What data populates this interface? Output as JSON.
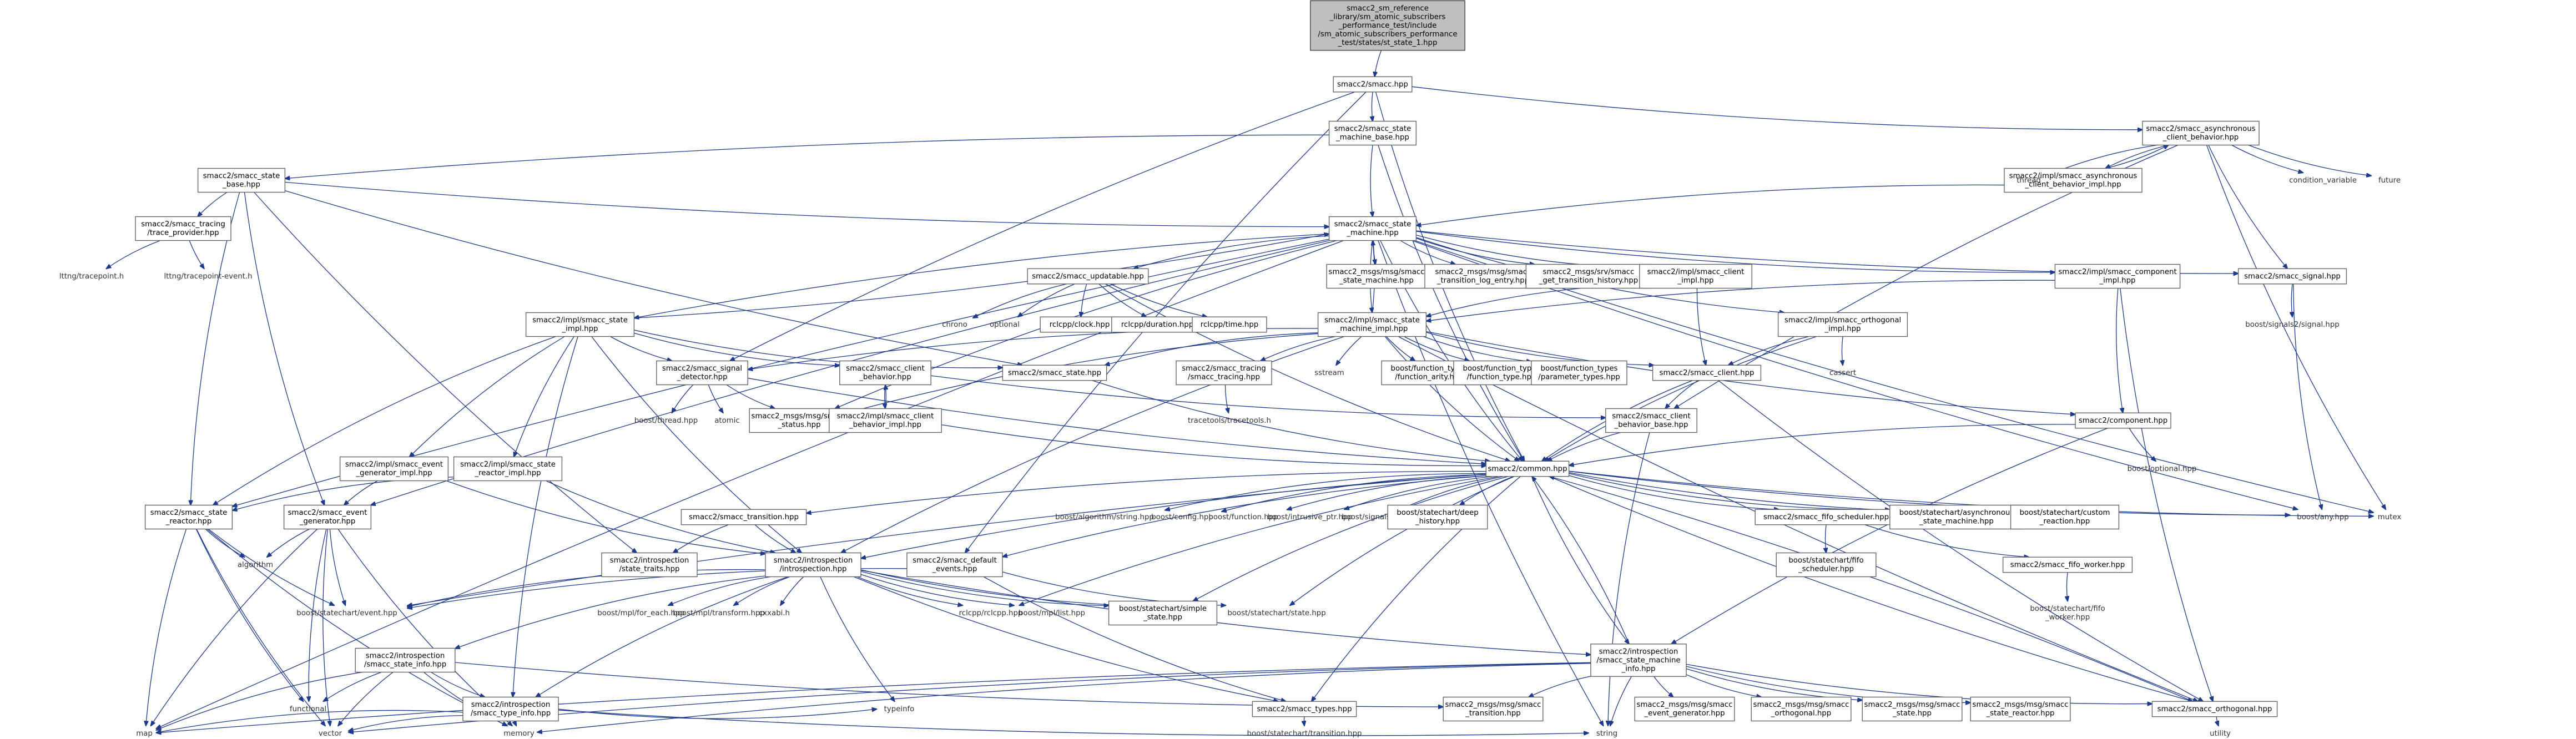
{
  "diagram": {
    "root_id": "n0",
    "nodes": [
      {
        "id": "n0",
        "lines": [
          "smacc2_sm_reference",
          "_library/sm_atomic_subscribers",
          "_performance_test/include",
          "/sm_atomic_subscribers_performance",
          "_test/states/st_state_1.hpp"
        ]
      },
      {
        "id": "n1",
        "lines": [
          "smacc2/smacc.hpp"
        ]
      },
      {
        "id": "n2",
        "lines": [
          "smacc2/smacc_state",
          "_machine_base.hpp"
        ]
      },
      {
        "id": "n3",
        "lines": [
          "smacc2/smacc_asynchronous",
          "_client_behavior.hpp"
        ]
      },
      {
        "id": "n4",
        "lines": [
          "smacc2/smacc_state",
          "_base.hpp"
        ]
      },
      {
        "id": "n5",
        "lines": [
          "smacc2/impl/smacc_asynchronous",
          "_client_behavior_impl.hpp"
        ]
      },
      {
        "id": "n6",
        "lines": [
          "thread"
        ]
      },
      {
        "id": "n7",
        "lines": [
          "condition_variable"
        ]
      },
      {
        "id": "n8",
        "lines": [
          "future"
        ]
      },
      {
        "id": "n9",
        "lines": [
          "smacc2/smacc_tracing",
          "/trace_provider.hpp"
        ]
      },
      {
        "id": "n10",
        "lines": [
          "lttng/tracepoint.h"
        ]
      },
      {
        "id": "n11",
        "lines": [
          "lttng/tracepoint-event.h"
        ]
      },
      {
        "id": "n12",
        "lines": [
          "smacc2/smacc_state",
          "_machine.hpp"
        ]
      },
      {
        "id": "n13",
        "lines": [
          "smacc2/smacc_updatable.hpp"
        ]
      },
      {
        "id": "n14",
        "lines": [
          "smacc2_msgs/msg/smacc",
          "_state_machine.hpp"
        ]
      },
      {
        "id": "n15",
        "lines": [
          "smacc2_msgs/msg/smacc",
          "_transition_log_entry.hpp"
        ]
      },
      {
        "id": "n16",
        "lines": [
          "smacc2_msgs/srv/smacc",
          "_get_transition_history.hpp"
        ]
      },
      {
        "id": "n17",
        "lines": [
          "smacc2/impl/smacc_client",
          "_impl.hpp"
        ]
      },
      {
        "id": "n18",
        "lines": [
          "smacc2/impl/smacc_component",
          "_impl.hpp"
        ]
      },
      {
        "id": "n19",
        "lines": [
          "smacc2/smacc_signal.hpp"
        ]
      },
      {
        "id": "n20",
        "lines": [
          "chrono"
        ]
      },
      {
        "id": "n21",
        "lines": [
          "optional"
        ]
      },
      {
        "id": "n22",
        "lines": [
          "rclcpp/clock.hpp"
        ]
      },
      {
        "id": "n23",
        "lines": [
          "rclcpp/duration.hpp"
        ]
      },
      {
        "id": "n24",
        "lines": [
          "rclcpp/time.hpp"
        ]
      },
      {
        "id": "n25",
        "lines": [
          "smacc2/impl/smacc_state",
          "_impl.hpp"
        ]
      },
      {
        "id": "n26",
        "lines": [
          "smacc2/impl/smacc_state",
          "_machine_impl.hpp"
        ]
      },
      {
        "id": "n27",
        "lines": [
          "smacc2/impl/smacc_orthogonal",
          "_impl.hpp"
        ]
      },
      {
        "id": "n28",
        "lines": [
          "boost/signals2/signal.hpp"
        ]
      },
      {
        "id": "n29",
        "lines": [
          "smacc2/smacc_signal",
          "_detector.hpp"
        ]
      },
      {
        "id": "n30",
        "lines": [
          "smacc2/smacc_client",
          "_behavior.hpp"
        ]
      },
      {
        "id": "n31",
        "lines": [
          "smacc2/smacc_state.hpp"
        ]
      },
      {
        "id": "n32",
        "lines": [
          "smacc2/smacc_tracing",
          "/smacc_tracing.hpp"
        ]
      },
      {
        "id": "n33",
        "lines": [
          "sstream"
        ]
      },
      {
        "id": "n34",
        "lines": [
          "boost/function_types",
          "/function_arity.hpp"
        ]
      },
      {
        "id": "n35",
        "lines": [
          "boost/function_types",
          "/function_type.hpp"
        ]
      },
      {
        "id": "n36",
        "lines": [
          "boost/function_types",
          "/parameter_types.hpp"
        ]
      },
      {
        "id": "n37",
        "lines": [
          "smacc2/smacc_client.hpp"
        ]
      },
      {
        "id": "n38",
        "lines": [
          "cassert"
        ]
      },
      {
        "id": "n39",
        "lines": [
          "boost/thread.hpp"
        ]
      },
      {
        "id": "n40",
        "lines": [
          "atomic"
        ]
      },
      {
        "id": "n41",
        "lines": [
          "smacc2_msgs/msg/smacc",
          "_status.hpp"
        ]
      },
      {
        "id": "n42",
        "lines": [
          "smacc2/impl/smacc_client",
          "_behavior_impl.hpp"
        ]
      },
      {
        "id": "n43",
        "lines": [
          "tracetools/tracetools.h"
        ]
      },
      {
        "id": "n44",
        "lines": [
          "smacc2/smacc_client",
          "_behavior_base.hpp"
        ]
      },
      {
        "id": "n45",
        "lines": [
          "smacc2/component.hpp"
        ]
      },
      {
        "id": "n46",
        "lines": [
          "boost/optional.hpp"
        ]
      },
      {
        "id": "n47",
        "lines": [
          "smacc2/common.hpp"
        ]
      },
      {
        "id": "n48",
        "lines": [
          "smacc2/impl/smacc_event",
          "_generator_impl.hpp"
        ]
      },
      {
        "id": "n49",
        "lines": [
          "smacc2/impl/smacc_state",
          "_reactor_impl.hpp"
        ]
      },
      {
        "id": "n50",
        "lines": [
          "smacc2/smacc_state",
          "_reactor.hpp"
        ]
      },
      {
        "id": "n51",
        "lines": [
          "smacc2/smacc_event",
          "_generator.hpp"
        ]
      },
      {
        "id": "n52",
        "lines": [
          "smacc2/smacc_transition.hpp"
        ]
      },
      {
        "id": "n53",
        "lines": [
          "smacc2/introspection",
          "/state_traits.hpp"
        ]
      },
      {
        "id": "n54",
        "lines": [
          "smacc2/introspection",
          "/introspection.hpp"
        ]
      },
      {
        "id": "n55",
        "lines": [
          "smacc2/smacc_default",
          "_events.hpp"
        ]
      },
      {
        "id": "n56",
        "lines": [
          "boost/algorithm/string.hpp"
        ]
      },
      {
        "id": "n57",
        "lines": [
          "boost/config.hpp"
        ]
      },
      {
        "id": "n58",
        "lines": [
          "boost/function.hpp"
        ]
      },
      {
        "id": "n59",
        "lines": [
          "boost/intrusive_ptr.hpp"
        ]
      },
      {
        "id": "n60",
        "lines": [
          "boost/signals2.hpp"
        ]
      },
      {
        "id": "n61",
        "lines": [
          "boost/statechart/deep",
          "_history.hpp"
        ]
      },
      {
        "id": "n62",
        "lines": [
          "smacc2/smacc_fifo_scheduler.hpp"
        ]
      },
      {
        "id": "n63",
        "lines": [
          "boost/statechart/asynchronous",
          "_state_machine.hpp"
        ]
      },
      {
        "id": "n64",
        "lines": [
          "boost/statechart/custom",
          "_reaction.hpp"
        ]
      },
      {
        "id": "n65",
        "lines": [
          "boost/any.hpp"
        ]
      },
      {
        "id": "n66",
        "lines": [
          "mutex"
        ]
      },
      {
        "id": "n67",
        "lines": [
          "boost/statechart/fifo",
          "_scheduler.hpp"
        ]
      },
      {
        "id": "n68",
        "lines": [
          "smacc2/smacc_fifo_worker.hpp"
        ]
      },
      {
        "id": "n69",
        "lines": [
          "boost/statechart/fifo",
          "_worker.hpp"
        ]
      },
      {
        "id": "n70",
        "lines": [
          "algorithm"
        ]
      },
      {
        "id": "n71",
        "lines": [
          "boost/statechart/event.hpp"
        ]
      },
      {
        "id": "n72",
        "lines": [
          "smacc2/introspection",
          "/smacc_state_info.hpp"
        ]
      },
      {
        "id": "n73",
        "lines": [
          "smacc2/introspection",
          "/smacc_type_info.hpp"
        ]
      },
      {
        "id": "n74",
        "lines": [
          "functional"
        ]
      },
      {
        "id": "n75",
        "lines": [
          "boost/mpl/for_each.hpp"
        ]
      },
      {
        "id": "n76",
        "lines": [
          "boost/mpl/transform.hpp"
        ]
      },
      {
        "id": "n77",
        "lines": [
          "cxxabi.h"
        ]
      },
      {
        "id": "n78",
        "lines": [
          "rclcpp/rclcpp.hpp"
        ]
      },
      {
        "id": "n79",
        "lines": [
          "boost/mpl/list.hpp"
        ]
      },
      {
        "id": "n80",
        "lines": [
          "boost/statechart/simple",
          "_state.hpp"
        ]
      },
      {
        "id": "n81",
        "lines": [
          "boost/statechart/state.hpp"
        ]
      },
      {
        "id": "n82",
        "lines": [
          "smacc2/introspection",
          "/smacc_state_machine",
          "_info.hpp"
        ]
      },
      {
        "id": "n83",
        "lines": [
          "smacc2/smacc_types.hpp"
        ]
      },
      {
        "id": "n84",
        "lines": [
          "typeinfo"
        ]
      },
      {
        "id": "n85",
        "lines": [
          "smacc2_msgs/msg/smacc",
          "_transition.hpp"
        ]
      },
      {
        "id": "n86",
        "lines": [
          "smacc2_msgs/msg/smacc",
          "_event_generator.hpp"
        ]
      },
      {
        "id": "n87",
        "lines": [
          "smacc2_msgs/msg/smacc",
          "_orthogonal.hpp"
        ]
      },
      {
        "id": "n88",
        "lines": [
          "smacc2_msgs/msg/smacc",
          "_state.hpp"
        ]
      },
      {
        "id": "n89",
        "lines": [
          "smacc2_msgs/msg/smacc",
          "_state_reactor.hpp"
        ]
      },
      {
        "id": "n90",
        "lines": [
          "smacc2/smacc_orthogonal.hpp"
        ]
      },
      {
        "id": "n91",
        "lines": [
          "map"
        ]
      },
      {
        "id": "n92",
        "lines": [
          "vector"
        ]
      },
      {
        "id": "n93",
        "lines": [
          "memory"
        ]
      },
      {
        "id": "n94",
        "lines": [
          "string"
        ]
      },
      {
        "id": "n95",
        "lines": [
          "boost/statechart/transition.hpp"
        ]
      },
      {
        "id": "n96",
        "lines": [
          "utility"
        ]
      }
    ],
    "edges": [
      [
        "n0",
        "n1"
      ],
      [
        "n1",
        "n2"
      ],
      [
        "n1",
        "n3"
      ],
      [
        "n1",
        "n29"
      ],
      [
        "n1",
        "n55"
      ],
      [
        "n1",
        "n47"
      ],
      [
        "n2",
        "n4"
      ],
      [
        "n2",
        "n12"
      ],
      [
        "n2",
        "n47"
      ],
      [
        "n3",
        "n5"
      ],
      [
        "n3",
        "n6"
      ],
      [
        "n3",
        "n7"
      ],
      [
        "n3",
        "n8"
      ],
      [
        "n3",
        "n19"
      ],
      [
        "n3",
        "n44"
      ],
      [
        "n3",
        "n66"
      ],
      [
        "n5",
        "n3"
      ],
      [
        "n5",
        "n12"
      ],
      [
        "n4",
        "n9"
      ],
      [
        "n4",
        "n12"
      ],
      [
        "n4",
        "n50"
      ],
      [
        "n4",
        "n51"
      ],
      [
        "n4",
        "n53"
      ],
      [
        "n4",
        "n31"
      ],
      [
        "n9",
        "n10"
      ],
      [
        "n9",
        "n11"
      ],
      [
        "n12",
        "n13"
      ],
      [
        "n12",
        "n14"
      ],
      [
        "n12",
        "n15"
      ],
      [
        "n12",
        "n16"
      ],
      [
        "n12",
        "n17"
      ],
      [
        "n12",
        "n18"
      ],
      [
        "n12",
        "n19"
      ],
      [
        "n12",
        "n27"
      ],
      [
        "n12",
        "n25"
      ],
      [
        "n12",
        "n26"
      ],
      [
        "n12",
        "n47"
      ],
      [
        "n12",
        "n41"
      ],
      [
        "n12",
        "n91"
      ],
      [
        "n12",
        "n65"
      ],
      [
        "n12",
        "n66"
      ],
      [
        "n12",
        "n94"
      ],
      [
        "n12",
        "n50"
      ],
      [
        "n12",
        "n51"
      ],
      [
        "n13",
        "n20"
      ],
      [
        "n13",
        "n21"
      ],
      [
        "n13",
        "n22"
      ],
      [
        "n13",
        "n23"
      ],
      [
        "n13",
        "n24"
      ],
      [
        "n13",
        "n47"
      ],
      [
        "n17",
        "n37"
      ],
      [
        "n17",
        "n26"
      ],
      [
        "n18",
        "n26"
      ],
      [
        "n18",
        "n45"
      ],
      [
        "n18",
        "n90"
      ],
      [
        "n19",
        "n28"
      ],
      [
        "n19",
        "n65"
      ],
      [
        "n25",
        "n12"
      ],
      [
        "n25",
        "n29"
      ],
      [
        "n25",
        "n30"
      ],
      [
        "n25",
        "n31"
      ],
      [
        "n25",
        "n48"
      ],
      [
        "n25",
        "n49"
      ],
      [
        "n25",
        "n50"
      ],
      [
        "n25",
        "n54"
      ],
      [
        "n25",
        "n73"
      ],
      [
        "n26",
        "n12"
      ],
      [
        "n26",
        "n31"
      ],
      [
        "n26",
        "n32"
      ],
      [
        "n26",
        "n33"
      ],
      [
        "n26",
        "n34"
      ],
      [
        "n26",
        "n35"
      ],
      [
        "n26",
        "n36"
      ],
      [
        "n26",
        "n37"
      ],
      [
        "n26",
        "n29"
      ],
      [
        "n26",
        "n41"
      ],
      [
        "n26",
        "n47"
      ],
      [
        "n26",
        "n54"
      ],
      [
        "n26",
        "n45"
      ],
      [
        "n26",
        "n90"
      ],
      [
        "n27",
        "n37"
      ],
      [
        "n27",
        "n38"
      ],
      [
        "n27",
        "n47"
      ],
      [
        "n29",
        "n39"
      ],
      [
        "n29",
        "n40"
      ],
      [
        "n29",
        "n41"
      ],
      [
        "n29",
        "n47"
      ],
      [
        "n30",
        "n42"
      ],
      [
        "n30",
        "n44"
      ],
      [
        "n42",
        "n30"
      ],
      [
        "n42",
        "n47"
      ],
      [
        "n31",
        "n47"
      ],
      [
        "n32",
        "n43"
      ],
      [
        "n37",
        "n44"
      ],
      [
        "n37",
        "n47"
      ],
      [
        "n37",
        "n90"
      ],
      [
        "n44",
        "n47"
      ],
      [
        "n44",
        "n94"
      ],
      [
        "n45",
        "n46"
      ],
      [
        "n45",
        "n47"
      ],
      [
        "n45",
        "n82"
      ],
      [
        "n47",
        "n52"
      ],
      [
        "n47",
        "n54"
      ],
      [
        "n47",
        "n55"
      ],
      [
        "n47",
        "n56"
      ],
      [
        "n47",
        "n57"
      ],
      [
        "n47",
        "n58"
      ],
      [
        "n47",
        "n59"
      ],
      [
        "n47",
        "n60"
      ],
      [
        "n47",
        "n61"
      ],
      [
        "n47",
        "n62"
      ],
      [
        "n47",
        "n63"
      ],
      [
        "n47",
        "n64"
      ],
      [
        "n47",
        "n65"
      ],
      [
        "n47",
        "n66"
      ],
      [
        "n47",
        "n71"
      ],
      [
        "n47",
        "n78"
      ],
      [
        "n47",
        "n80"
      ],
      [
        "n47",
        "n81"
      ],
      [
        "n47",
        "n83"
      ],
      [
        "n47",
        "n82"
      ],
      [
        "n47",
        "n90"
      ],
      [
        "n48",
        "n51"
      ],
      [
        "n48",
        "n54"
      ],
      [
        "n49",
        "n50"
      ],
      [
        "n49",
        "n54"
      ],
      [
        "n50",
        "n70"
      ],
      [
        "n50",
        "n71"
      ],
      [
        "n50",
        "n91"
      ],
      [
        "n50",
        "n92"
      ],
      [
        "n50",
        "n93"
      ],
      [
        "n50",
        "n74"
      ],
      [
        "n51",
        "n70"
      ],
      [
        "n51",
        "n71"
      ],
      [
        "n51",
        "n74"
      ],
      [
        "n51",
        "n91"
      ],
      [
        "n51",
        "n92"
      ],
      [
        "n51",
        "n93"
      ],
      [
        "n52",
        "n53"
      ],
      [
        "n52",
        "n54"
      ],
      [
        "n54",
        "n71"
      ],
      [
        "n54",
        "n72"
      ],
      [
        "n54",
        "n73"
      ],
      [
        "n54",
        "n75"
      ],
      [
        "n54",
        "n76"
      ],
      [
        "n54",
        "n77"
      ],
      [
        "n54",
        "n78"
      ],
      [
        "n54",
        "n79"
      ],
      [
        "n54",
        "n80"
      ],
      [
        "n54",
        "n81"
      ],
      [
        "n54",
        "n82"
      ],
      [
        "n54",
        "n83"
      ],
      [
        "n54",
        "n84"
      ],
      [
        "n55",
        "n71"
      ],
      [
        "n55",
        "n81"
      ],
      [
        "n55",
        "n83"
      ],
      [
        "n62",
        "n67"
      ],
      [
        "n62",
        "n68"
      ],
      [
        "n68",
        "n69"
      ],
      [
        "n72",
        "n73"
      ],
      [
        "n72",
        "n74"
      ],
      [
        "n72",
        "n91"
      ],
      [
        "n72",
        "n92"
      ],
      [
        "n72",
        "n93"
      ],
      [
        "n72",
        "n85"
      ],
      [
        "n73",
        "n84"
      ],
      [
        "n73",
        "n91"
      ],
      [
        "n73",
        "n92"
      ],
      [
        "n73",
        "n93"
      ],
      [
        "n73",
        "n94"
      ],
      [
        "n82",
        "n47"
      ],
      [
        "n82",
        "n85"
      ],
      [
        "n82",
        "n86"
      ],
      [
        "n82",
        "n87"
      ],
      [
        "n82",
        "n88"
      ],
      [
        "n82",
        "n89"
      ],
      [
        "n82",
        "n90"
      ],
      [
        "n82",
        "n91"
      ],
      [
        "n82",
        "n92"
      ],
      [
        "n82",
        "n93"
      ],
      [
        "n82",
        "n94"
      ],
      [
        "n83",
        "n95"
      ],
      [
        "n90",
        "n47"
      ],
      [
        "n90",
        "n96"
      ]
    ]
  }
}
